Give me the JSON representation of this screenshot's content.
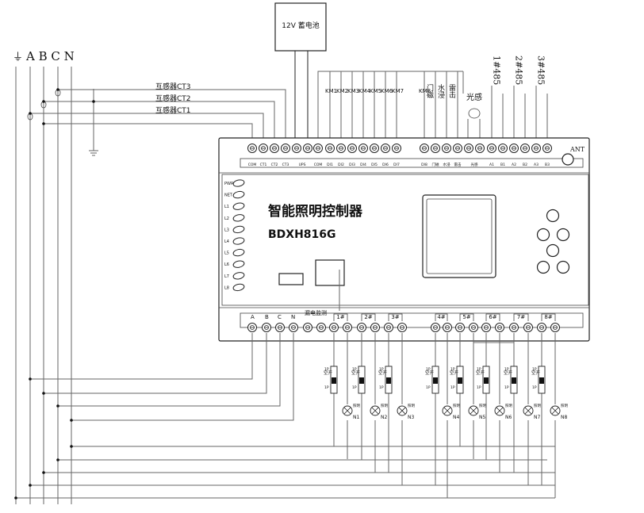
{
  "battery": {
    "label": "12V 蓄电池"
  },
  "phases": {
    "ground_symbol": "⏚",
    "letters": "A B C N"
  },
  "ct": {
    "ct3": "互感器CT3",
    "ct2": "互感器CT2",
    "ct1": "互感器CT1"
  },
  "top_labels": {
    "km": [
      "KM1",
      "KM2",
      "KM3",
      "KM4",
      "KM5",
      "KM6",
      "KM7",
      "KM8"
    ],
    "door": "门磁",
    "water": "水浸",
    "thunder": "雷击",
    "light": "光感",
    "rs485": [
      "1#485",
      "2#485",
      "3#485"
    ],
    "ant": "ANT"
  },
  "top_terminal_labels": [
    "COM",
    "CT1",
    "CT2",
    "CT3",
    "UPS",
    "COM",
    "DI1",
    "DI2",
    "DI3",
    "DI4",
    "DI5",
    "DI6",
    "DI7",
    "DI8",
    "门磁",
    "水浸",
    "雷击",
    "光感",
    "A1",
    "B1",
    "A2",
    "B2",
    "A3",
    "B3"
  ],
  "leds": [
    "PWR",
    "NET",
    "L1",
    "L2",
    "L3",
    "L4",
    "L5",
    "L6",
    "L7",
    "L8"
  ],
  "device": {
    "title": "智能照明控制器",
    "model": "BDXH816G"
  },
  "bottom": {
    "phase_terms": [
      "A",
      "B",
      "C",
      "N"
    ],
    "leak": "漏电监测",
    "channels": [
      "1#",
      "2#",
      "3#",
      "4#",
      "5#",
      "6#",
      "7#",
      "8#"
    ]
  },
  "breakers": {
    "top": "1P",
    "bottom": "1P",
    "side": "空开"
  },
  "lamps": {
    "small": "照明",
    "names": [
      "N1",
      "N2",
      "N3",
      "N4",
      "N5",
      "N6",
      "N7",
      "N8"
    ]
  }
}
